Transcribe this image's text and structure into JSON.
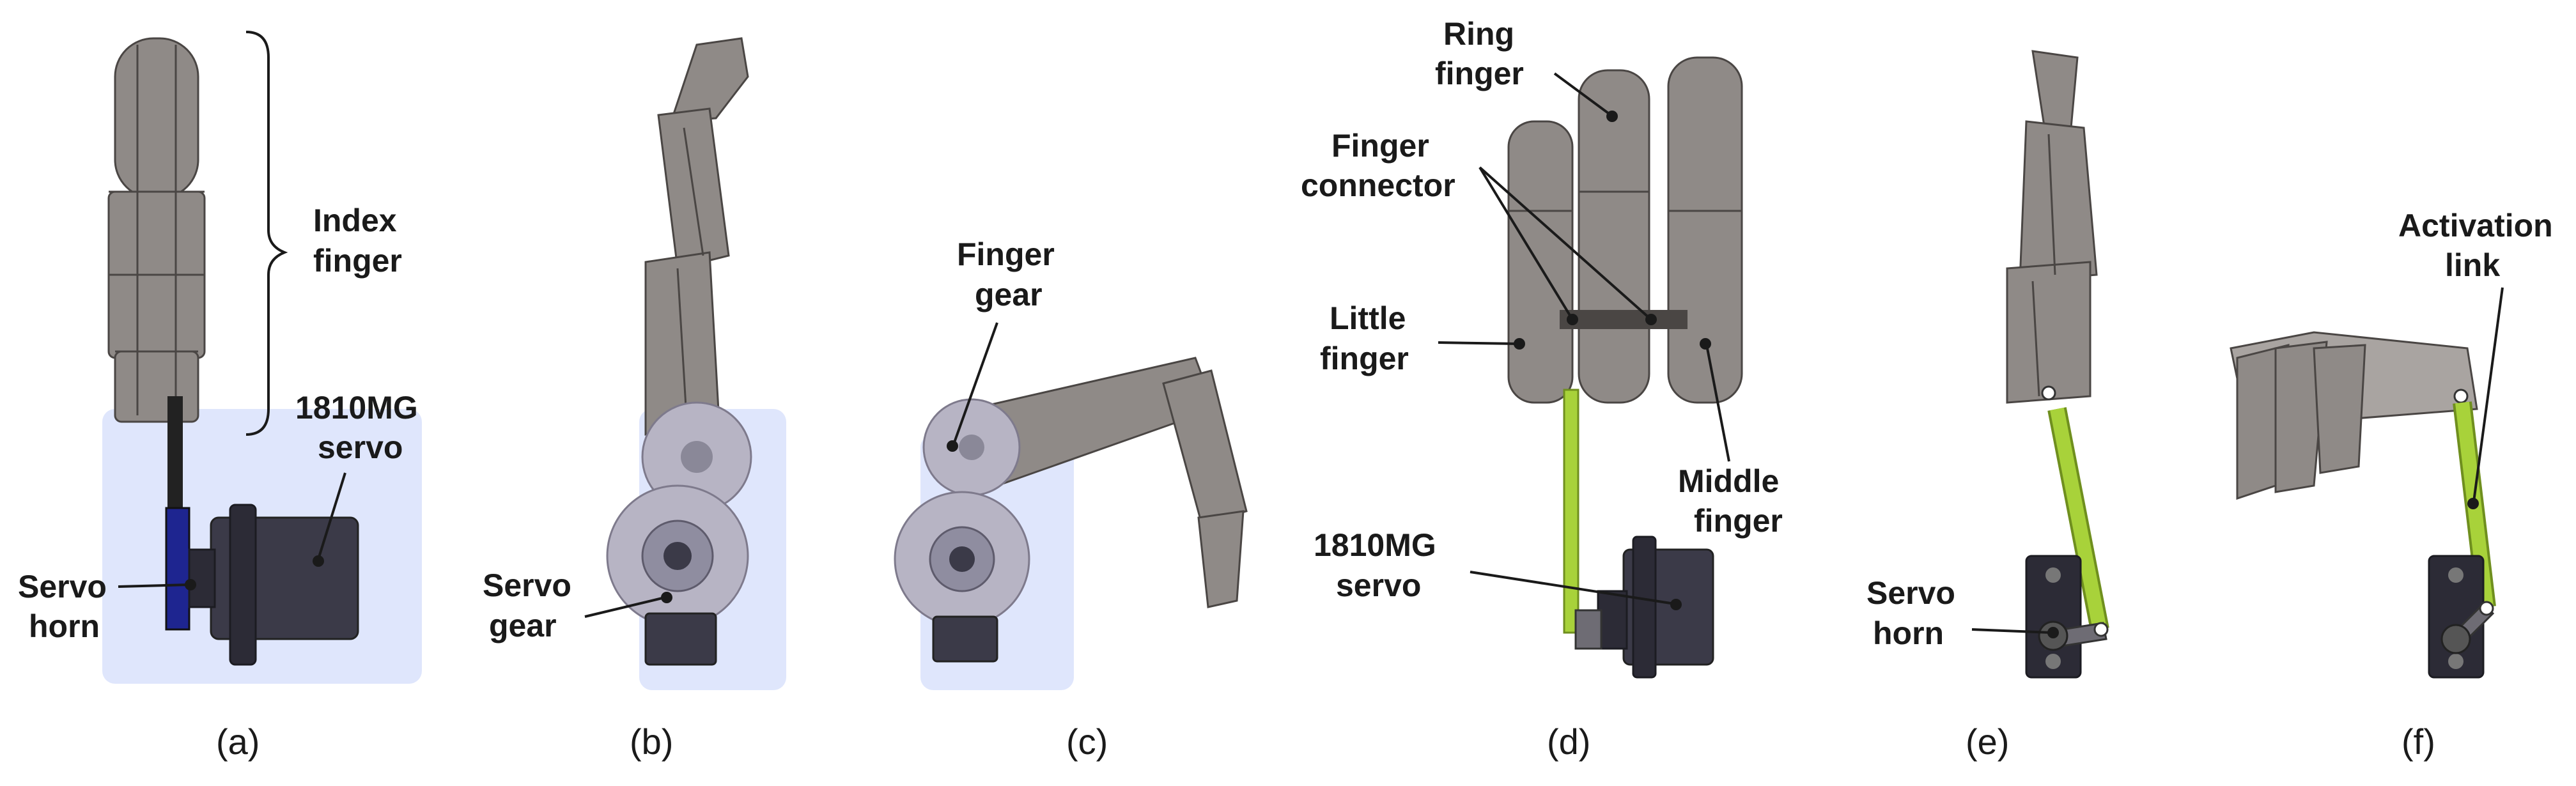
{
  "labels": {
    "index_finger_l1": "Index",
    "index_finger_l2": "finger",
    "servo_1810mg_a_l1": "1810MG",
    "servo_1810mg_a_l2": "servo",
    "servo_horn_a_l1": "Servo",
    "servo_horn_a_l2": "horn",
    "servo_gear_l1": "Servo",
    "servo_gear_l2": "gear",
    "finger_gear_l1": "Finger",
    "finger_gear_l2": "gear",
    "ring_finger_l1": "Ring",
    "ring_finger_l2": "finger",
    "finger_connector_l1": "Finger",
    "finger_connector_l2": "connector",
    "little_finger_l1": "Little",
    "little_finger_l2": "finger",
    "middle_finger_l1": "Middle",
    "middle_finger_l2": "finger",
    "servo_1810mg_d_l1": "1810MG",
    "servo_1810mg_d_l2": "servo",
    "servo_horn_e_l1": "Servo",
    "servo_horn_e_l2": "horn",
    "activation_link_l1": "Activation",
    "activation_link_l2": "link"
  },
  "captions": [
    "(a)",
    "(b)",
    "(c)",
    "(d)",
    "(e)",
    "(f)"
  ],
  "colors": {
    "finger_body": "#8f8a87",
    "servo_body": "#3b3a48",
    "activation_link": "#a8d23a",
    "ghost_overlay": "#6f8cf2"
  }
}
